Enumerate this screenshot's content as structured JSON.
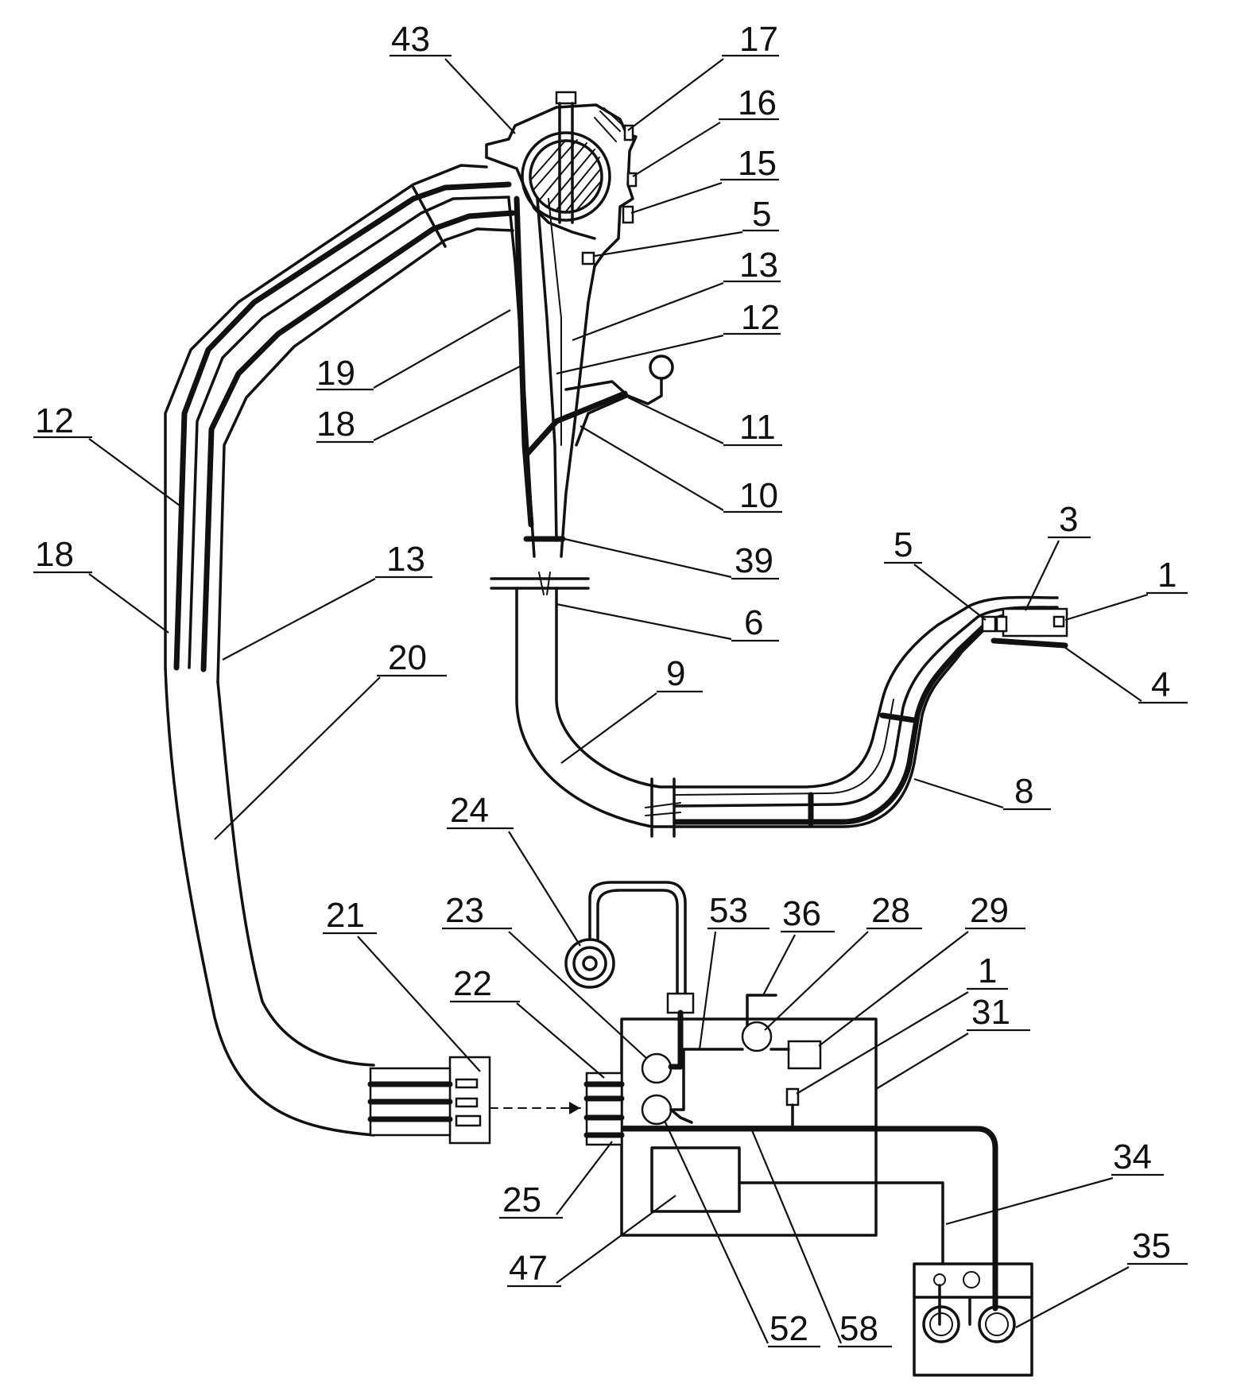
{
  "labels": [
    {
      "id": "l43",
      "text": "43"
    },
    {
      "id": "l17",
      "text": "17"
    },
    {
      "id": "l16",
      "text": "16"
    },
    {
      "id": "l15",
      "text": "15"
    },
    {
      "id": "l5a",
      "text": "5"
    },
    {
      "id": "l13a",
      "text": "13"
    },
    {
      "id": "l12a",
      "text": "12"
    },
    {
      "id": "l19",
      "text": "19"
    },
    {
      "id": "l18a",
      "text": "18"
    },
    {
      "id": "l11",
      "text": "11"
    },
    {
      "id": "l10",
      "text": "10"
    },
    {
      "id": "l12b",
      "text": "12"
    },
    {
      "id": "l18b",
      "text": "18"
    },
    {
      "id": "l13b",
      "text": "13"
    },
    {
      "id": "l20",
      "text": "20"
    },
    {
      "id": "l39",
      "text": "39"
    },
    {
      "id": "l6",
      "text": "6"
    },
    {
      "id": "l5b",
      "text": "5"
    },
    {
      "id": "l3",
      "text": "3"
    },
    {
      "id": "l1a",
      "text": "1"
    },
    {
      "id": "l4",
      "text": "4"
    },
    {
      "id": "l9",
      "text": "9"
    },
    {
      "id": "l8",
      "text": "8"
    },
    {
      "id": "l24",
      "text": "24"
    },
    {
      "id": "l23",
      "text": "23"
    },
    {
      "id": "l53",
      "text": "53"
    },
    {
      "id": "l36",
      "text": "36"
    },
    {
      "id": "l28",
      "text": "28"
    },
    {
      "id": "l29",
      "text": "29"
    },
    {
      "id": "l1b",
      "text": "1"
    },
    {
      "id": "l31",
      "text": "31"
    },
    {
      "id": "l21",
      "text": "21"
    },
    {
      "id": "l22",
      "text": "22"
    },
    {
      "id": "l25",
      "text": "25"
    },
    {
      "id": "l34",
      "text": "34"
    },
    {
      "id": "l35",
      "text": "35"
    },
    {
      "id": "l47",
      "text": "47"
    },
    {
      "id": "l52",
      "text": "52"
    },
    {
      "id": "l58",
      "text": "58"
    }
  ]
}
